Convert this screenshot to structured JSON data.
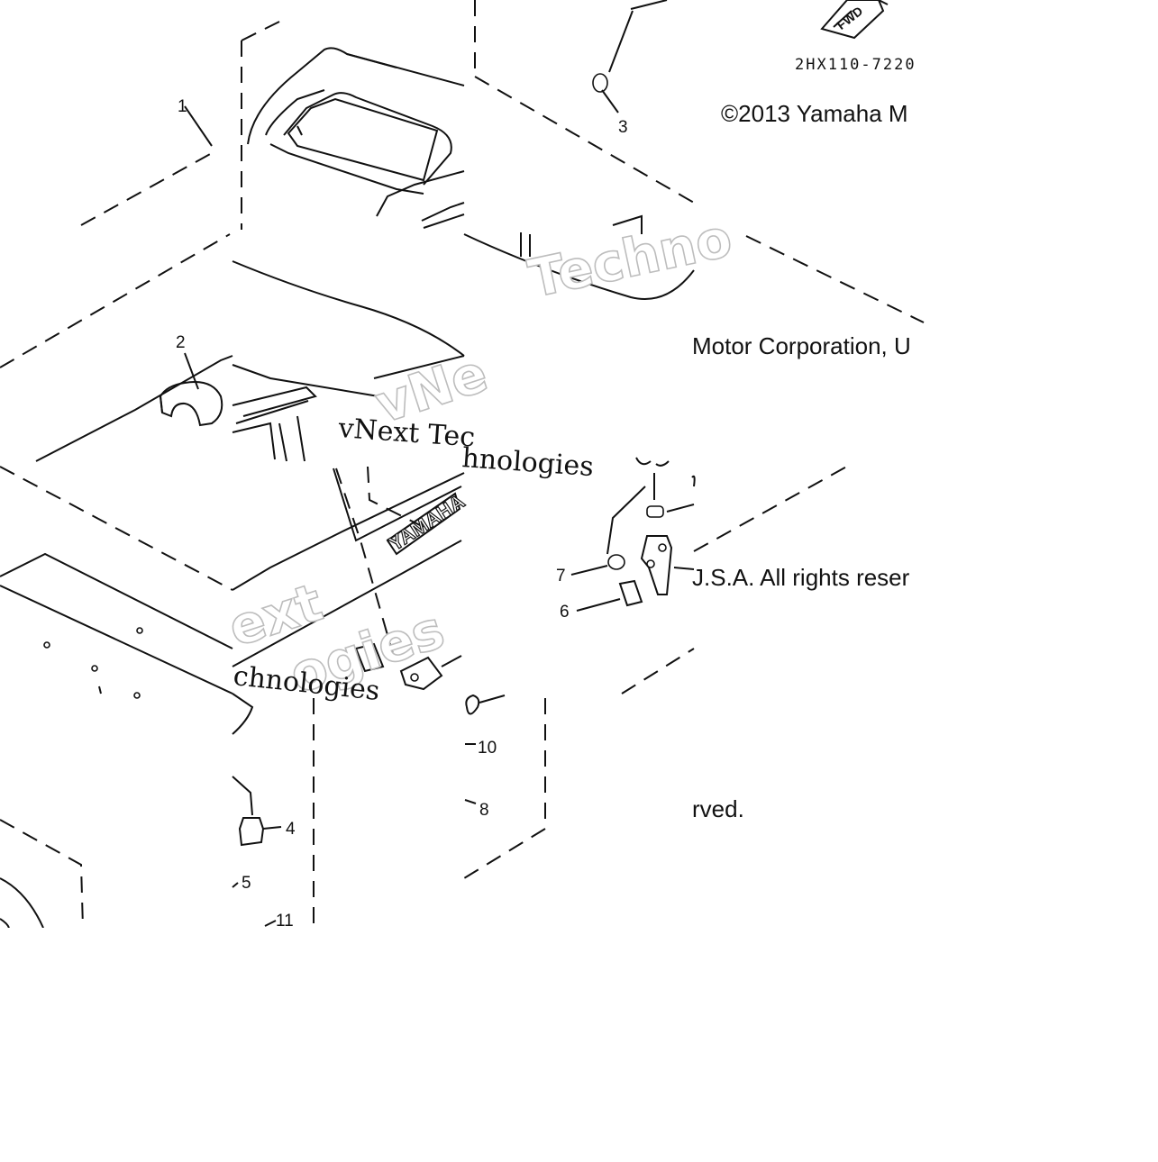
{
  "diagram": {
    "part_code": "2HX110-7220",
    "fwd_label": "FWD",
    "brand_emblem": "YAMAHA",
    "callouts": [
      "1",
      "2",
      "3",
      "4",
      "5",
      "6",
      "7",
      "8",
      "10",
      "11"
    ],
    "copyright_fragments": [
      "©2013 Yamaha M",
      "Motor Corporation, U",
      "J.S.A. All rights reser",
      "rved."
    ],
    "watermark_fragments": [
      "Techno",
      "vNext Tec",
      "hnologies",
      "ext",
      "ogies",
      "vNe",
      "chnologies"
    ]
  },
  "colors": {
    "line": "#111111",
    "background": "#ffffff",
    "watermark_outline": "#bdbdbd"
  }
}
